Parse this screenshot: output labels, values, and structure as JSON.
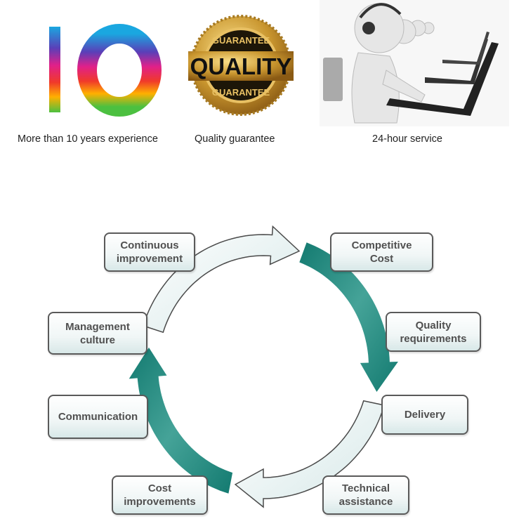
{
  "features": [
    {
      "caption": "More than 10 years experience",
      "logo_text": "10"
    },
    {
      "caption": "Quality guarantee",
      "seal_top": "GUARANTEE",
      "seal_center": "QUALITY",
      "seal_bottom": "GUARANTEE"
    },
    {
      "caption": "24-hour service"
    }
  ],
  "cycle": {
    "boxes": [
      {
        "id": "continuous-improvement",
        "line1": "Continuous",
        "line2": "improvement"
      },
      {
        "id": "competitive-cost",
        "line1": "Competitive",
        "line2": "Cost"
      },
      {
        "id": "management-culture",
        "line1": "Management",
        "line2": "culture"
      },
      {
        "id": "quality-requirements",
        "line1": "Quality",
        "line2": "requirements"
      },
      {
        "id": "communication",
        "line1": "Communication",
        "line2": ""
      },
      {
        "id": "delivery",
        "line1": "Delivery",
        "line2": ""
      },
      {
        "id": "cost-improvements",
        "line1": "Cost",
        "line2": "improvements"
      },
      {
        "id": "technical-assistance",
        "line1": "Technical",
        "line2": "assistance"
      }
    ],
    "colors": {
      "teal": "#1f8a7e",
      "light": "#eef5f5",
      "outline": "#4a4a4a"
    }
  }
}
